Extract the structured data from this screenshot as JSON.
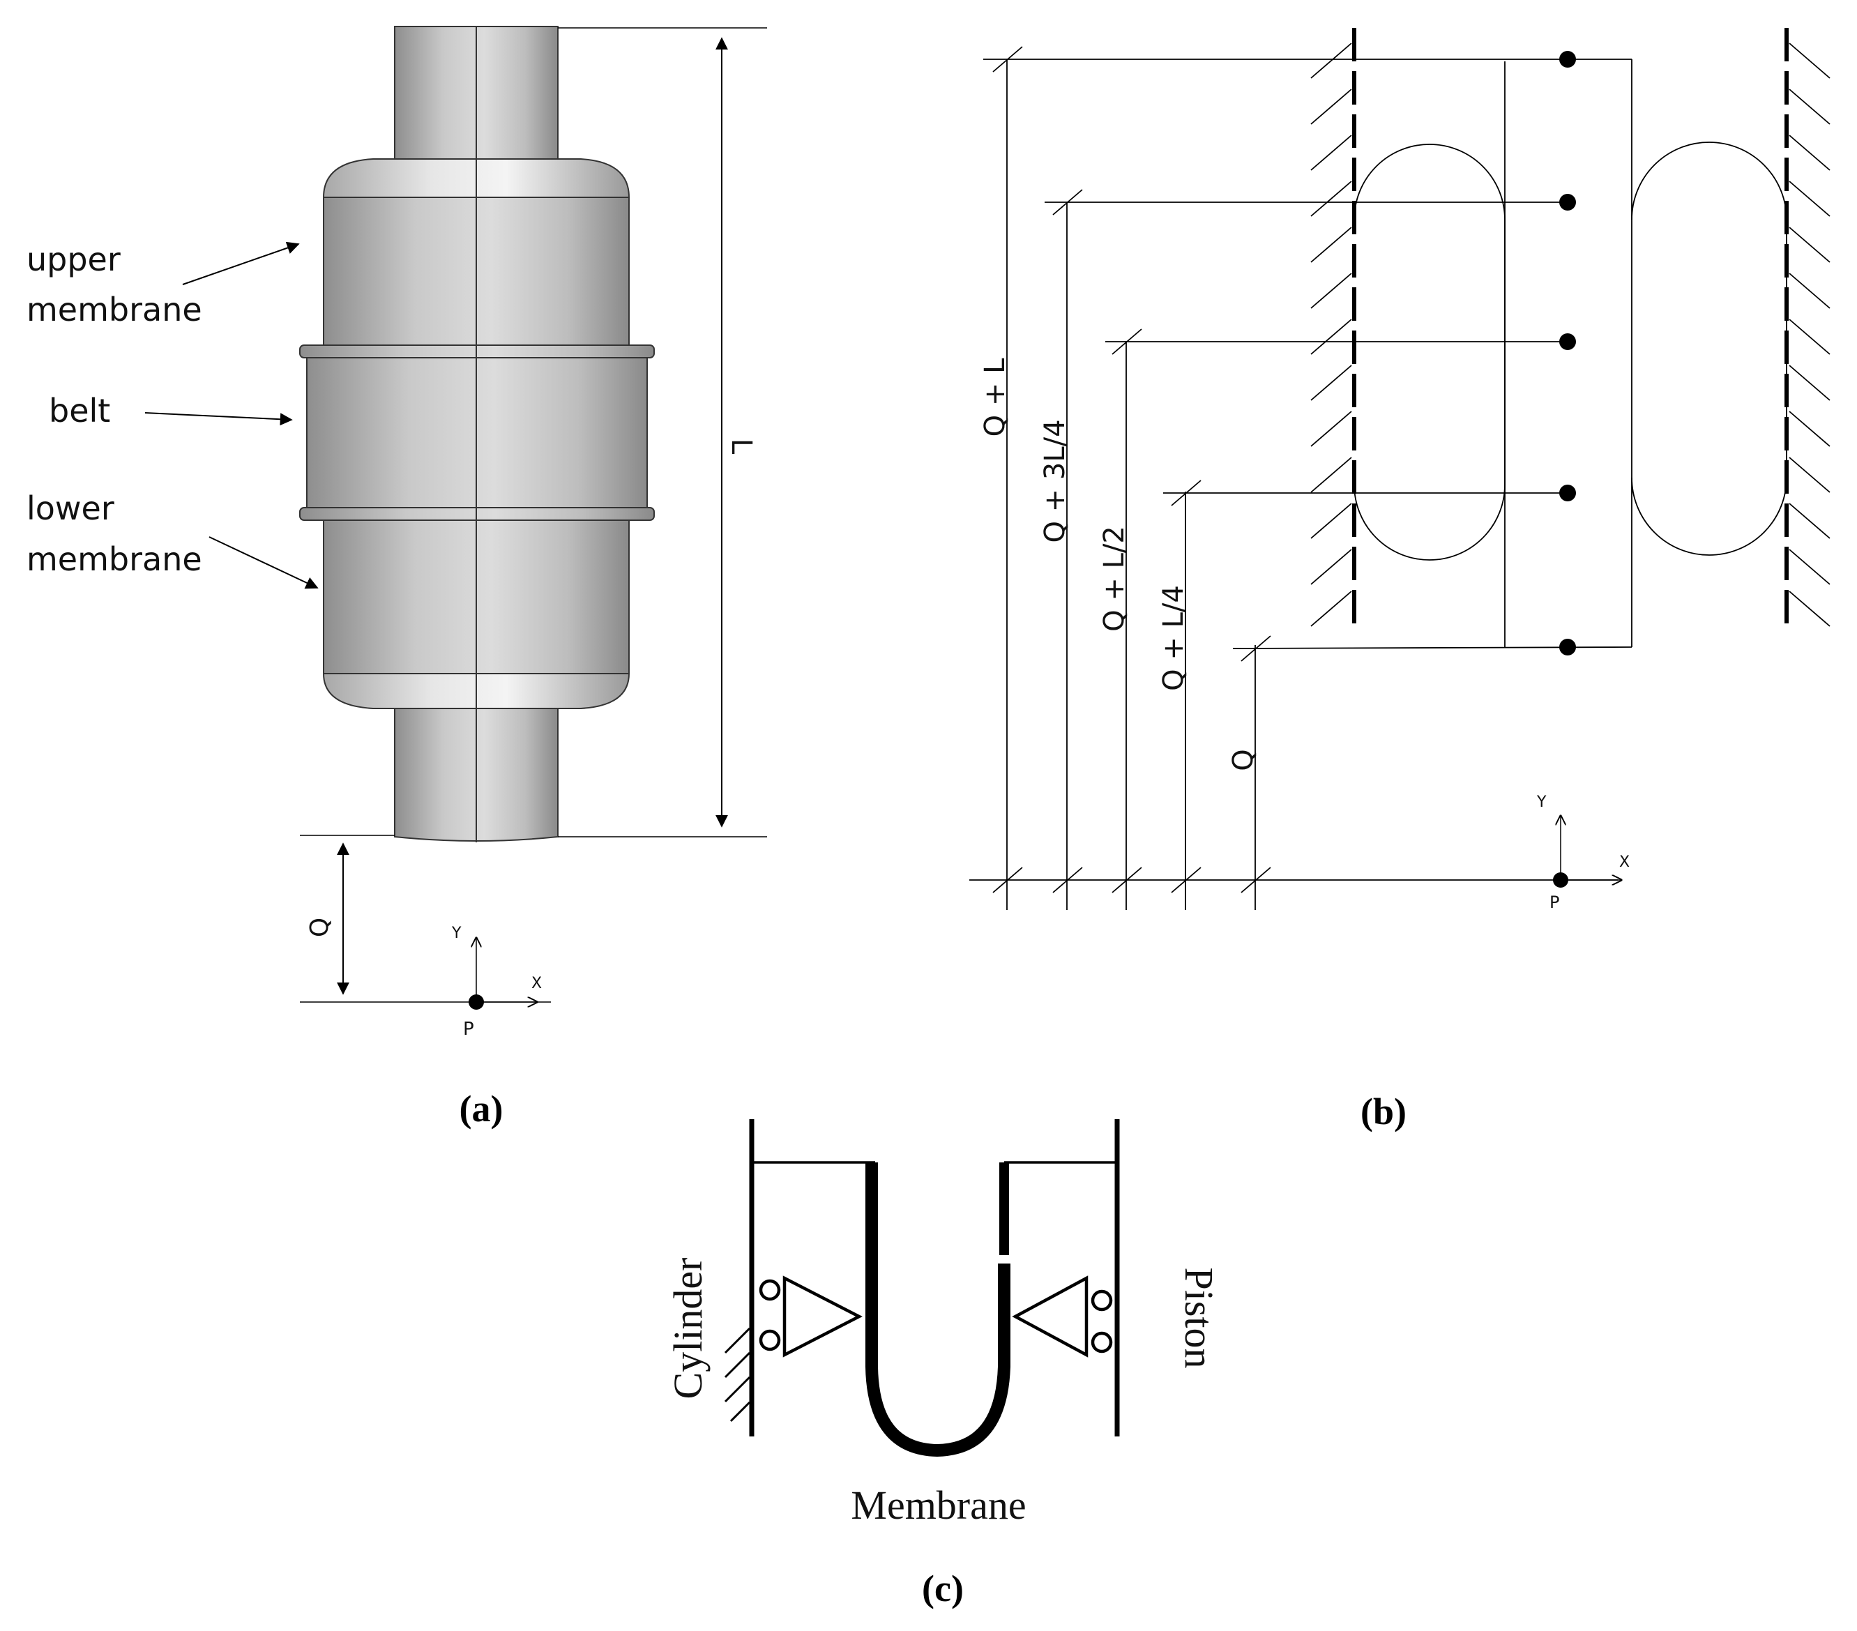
{
  "panel_a": {
    "caption": "(a)",
    "labels": {
      "upper_membrane_1": "upper",
      "upper_membrane_2": "membrane",
      "belt": "belt",
      "lower_membrane_1": "lower",
      "lower_membrane_2": "membrane",
      "length": "L",
      "offset": "Q",
      "axis_y": "Y",
      "axis_x": "X",
      "origin": "P"
    }
  },
  "panel_b": {
    "caption": "(b)",
    "labels": {
      "dim_q_plus_l": "Q + L",
      "dim_q_plus_3l4": "Q + 3L/4",
      "dim_q_plus_l2": "Q + L/2",
      "dim_q_plus_l4": "Q + L/4",
      "dim_q": "Q",
      "axis_y": "Y",
      "axis_x": "X",
      "origin": "P"
    }
  },
  "panel_c": {
    "caption": "(c)",
    "labels": {
      "cylinder": "Cylinder",
      "piston": "Piston",
      "membrane": "Membrane"
    }
  }
}
